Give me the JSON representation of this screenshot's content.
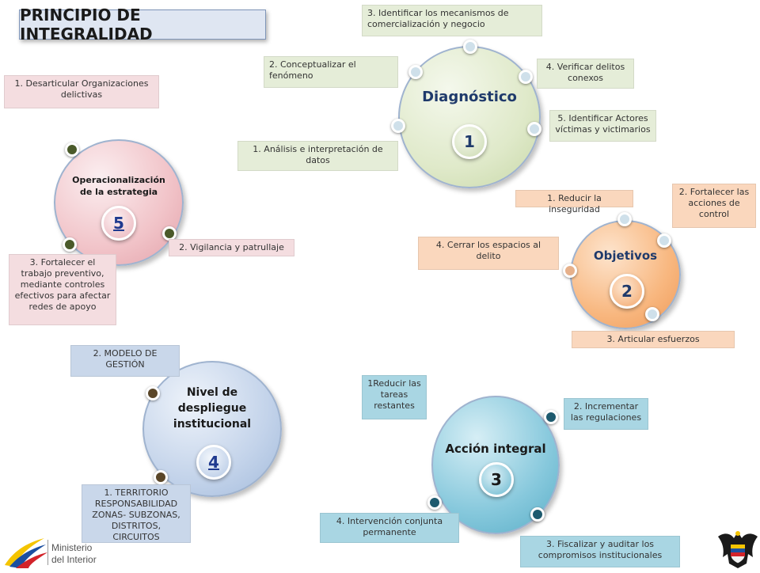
{
  "title": "PRINCIPIO DE INTEGRALIDAD",
  "diagnostico": {
    "title": "Diagnóstico",
    "number": "1",
    "items": [
      "1.    Análisis e interpretación de datos",
      "2. Conceptualizar el fenómeno",
      "3.  Identificar los mecanismos de comercialización y negocio",
      "4. Verificar delitos conexos",
      "5. Identificar Actores víctimas y victimarios"
    ]
  },
  "objetivos": {
    "title": "Objetivos",
    "number": "2",
    "items": [
      "1. Reducir la inseguridad",
      "2. Fortalecer las acciones de control",
      "3. Articular esfuerzos",
      "4. Cerrar los espacios  al delito"
    ]
  },
  "accion": {
    "title": "Acción integral",
    "number": "3",
    "items": [
      "1Reducir las tareas restantes",
      "2. Incrementar las regulaciones",
      "3. Fiscalizar y auditar los compromisos institucionales",
      "4. Intervención conjunta permanente"
    ]
  },
  "nivel": {
    "title": "Nivel de despliegue institucional",
    "number": "4",
    "items": [
      "1. TERRITORIO RESPONSABILIDAD ZONAS- SUBZONAS, DISTRITOS,  CIRCUITOS",
      "2. MODELO DE GESTIÓN"
    ]
  },
  "operacionalizacion": {
    "title": "Operacionalización de la estrategia",
    "number": "5",
    "items": [
      "1. Desarticular  Organizaciones delictivas",
      "2. Vigilancia y patrullaje",
      "3. Fortalecer el trabajo preventivo, mediante controles efectivos para afectar redes de apoyo"
    ]
  },
  "logo": {
    "ministry_line1": "Ministerio",
    "ministry_line2": "del Interior"
  },
  "colors": {
    "diagnostico": "#dfe9c9",
    "objetivos": "#f8b77f",
    "accion": "#86c8dc",
    "nivel": "#c3d3ea",
    "operacionalizacion": "#f1c3c8"
  }
}
